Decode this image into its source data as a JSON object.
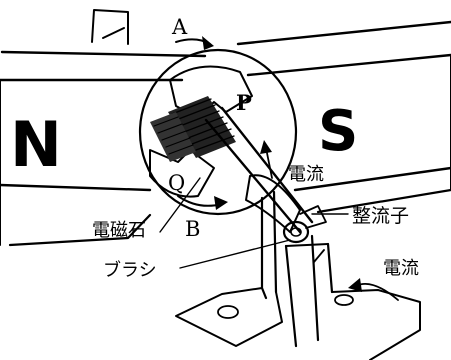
{
  "labels": {
    "pole_north": "N",
    "pole_south": "S",
    "point_a": "A",
    "point_b": "B",
    "point_p": "P",
    "point_q": "Q",
    "current_upper": "電流",
    "current_lower": "電流",
    "commutator": "整流子",
    "electromagnet": "電磁石",
    "brush": "ブラシ"
  }
}
